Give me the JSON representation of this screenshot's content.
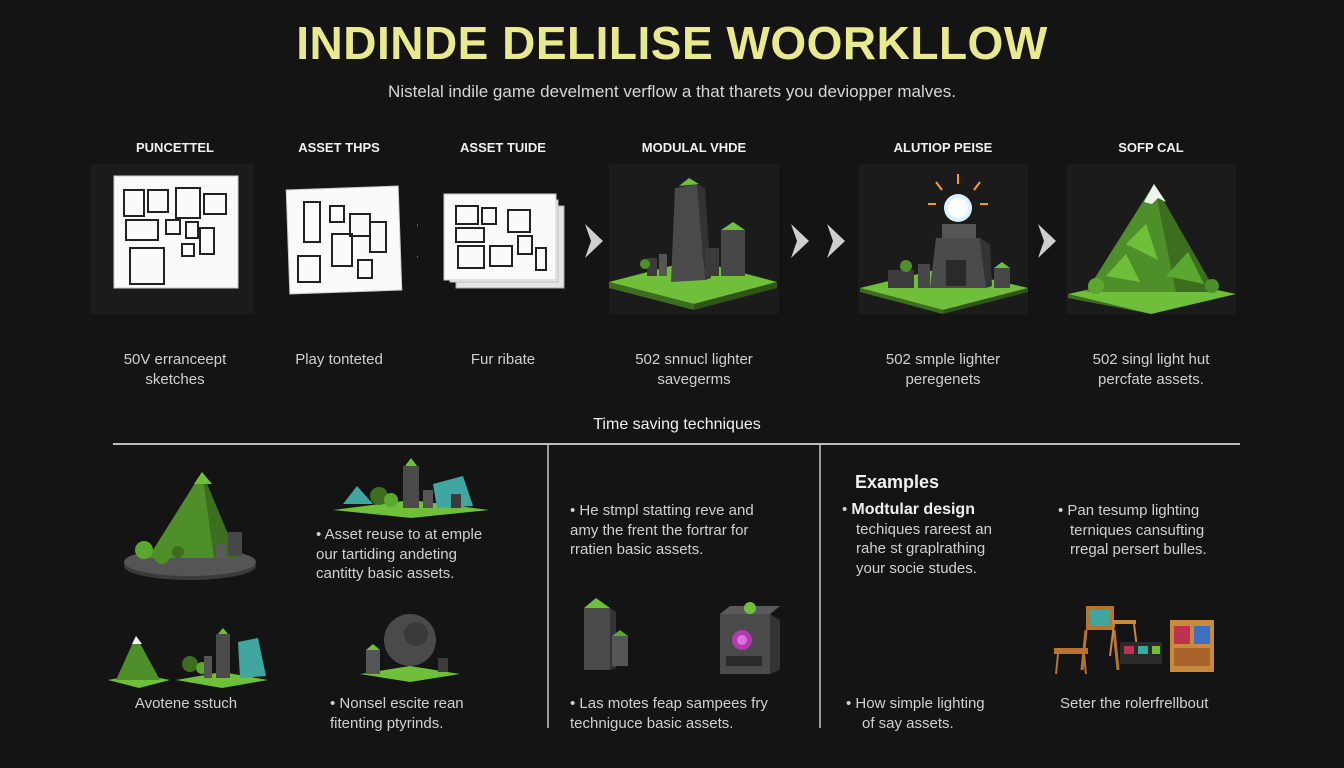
{
  "header": {
    "title": "INDINDE DELILISE WOORKLLOW",
    "subtitle": "Nistelal indile game develment verflow a that tharets you deviopper malves."
  },
  "steps": [
    {
      "label": "PUNCETTEL",
      "caption_line1": "50V erranceept",
      "caption_line2": "sketches"
    },
    {
      "label": "ASSET THPS",
      "caption_line1": "Play tonteted",
      "caption_line2": ""
    },
    {
      "label": "ASSET TUIDE",
      "caption_line1": "Fur ribate",
      "caption_line2": ""
    },
    {
      "label": "MODULAL VHDE",
      "caption_line1": "502 snnucl lighter",
      "caption_line2": "savegerms"
    },
    {
      "label": "ALUTIOP PEISE",
      "caption_line1": "502 smple lighter",
      "caption_line2": "peregenets"
    },
    {
      "label": "SOFP CAL",
      "caption_line1": "502 singl light hut",
      "caption_line2": "percfate assets."
    }
  ],
  "section": {
    "title": "Time saving techniques",
    "col1": {
      "bullet_top": [
        "• Asset reuse to at emple",
        "our tartiding andeting",
        "cantitty basic assets."
      ],
      "caption_bottom_left": "Avotene sstuch",
      "bullet_bottom": [
        "• Nonsel escite rean",
        "fitenting ptyrinds."
      ]
    },
    "col2": {
      "bullet_top": [
        "• He stmpl statting reve and",
        "amy the frent the fortrar for",
        "rratien basic assets."
      ],
      "bullet_bottom": [
        "• Las motes feap sampees fry",
        "techniguce basic assets."
      ]
    },
    "col3": {
      "heading": "Examples",
      "bullet_a_strong": "Modtular design",
      "bullet_a": [
        "techiques rareest an",
        "rahe st graplrathing",
        "your socie studes."
      ],
      "bullet_b": [
        "• Pan tesump lighting",
        "terniques cansufting",
        "rregal persert bulles."
      ],
      "bullet_c": [
        "• How simple lighting",
        "of say assets."
      ],
      "caption_right": "Seter the rolerfrellbout"
    }
  },
  "colors": {
    "background": "#141414",
    "title": "#e9e98e",
    "accent_green": "#6fbf3a",
    "stone": "#4a4a4a"
  }
}
